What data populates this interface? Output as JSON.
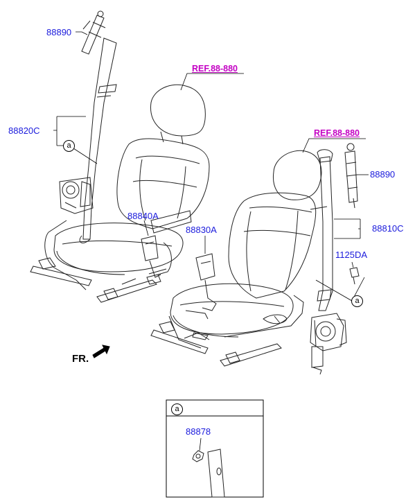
{
  "labels": {
    "top_left_retractor": "88890",
    "left_belt_assy": "88820C",
    "left_buckle": "88840A",
    "right_buckle": "88830A",
    "ref_left": "REF.88-880",
    "ref_right": "REF.88-880",
    "right_retractor": "88890",
    "right_belt_assy": "88810C",
    "bolt": "1125DA",
    "front_indicator": "FR.",
    "detail_part": "88878"
  },
  "callouts": {
    "circle_a_left": "a",
    "circle_a_right": "a",
    "detail_header": "a"
  },
  "colors": {
    "label_blue": "#1a1adc",
    "ref_magenta": "#c400c4",
    "line_black": "#000000"
  }
}
